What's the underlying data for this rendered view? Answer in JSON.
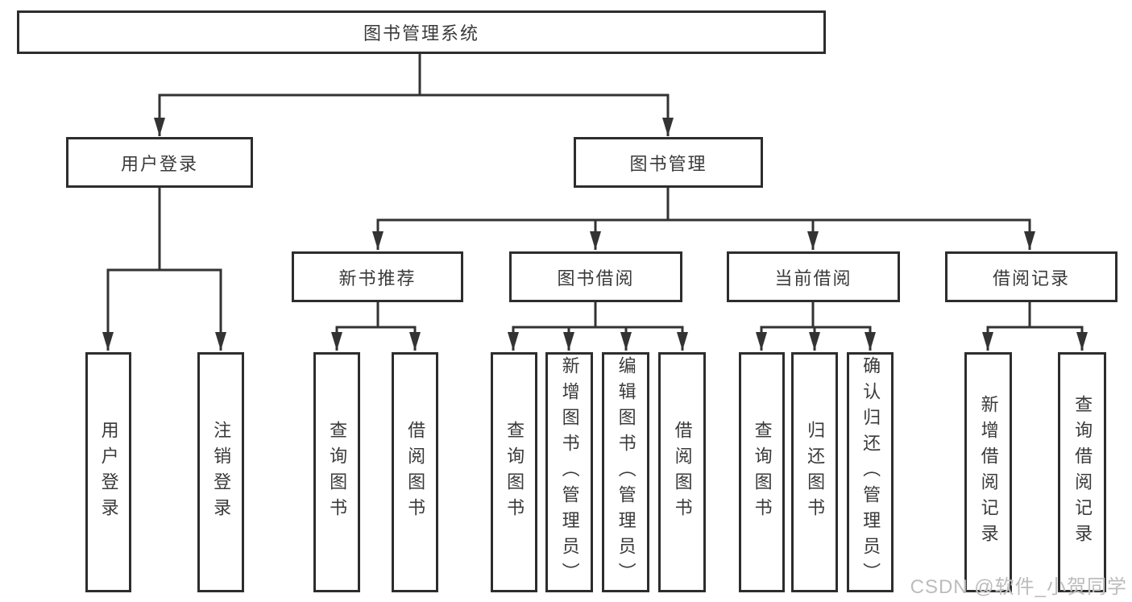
{
  "tree": {
    "root": "图书管理系统",
    "children": [
      {
        "label": "用户登录",
        "children": [
          "用户登录",
          "注销登录"
        ]
      },
      {
        "label": "图书管理",
        "children": [
          {
            "label": "新书推荐",
            "children": [
              "查询图书",
              "借阅图书"
            ]
          },
          {
            "label": "图书借阅",
            "children": [
              "查询图书",
              "新增图书（管理员）",
              "编辑图书（管理员）",
              "借阅图书"
            ]
          },
          {
            "label": "当前借阅",
            "children": [
              "查询图书",
              "归还图书",
              "确认归还（管理员）"
            ]
          },
          {
            "label": "借阅记录",
            "children": [
              "新增借阅记录",
              "查询借阅记录"
            ]
          }
        ]
      }
    ]
  },
  "watermark": {
    "text": "CSDN @软件_小贺同学"
  },
  "colors": {
    "background": "#ffffff",
    "box_border": "#2d2d2d",
    "connector_line": "#333333",
    "text": "#3a3a3a",
    "watermark_text": "#bcbcbc"
  }
}
